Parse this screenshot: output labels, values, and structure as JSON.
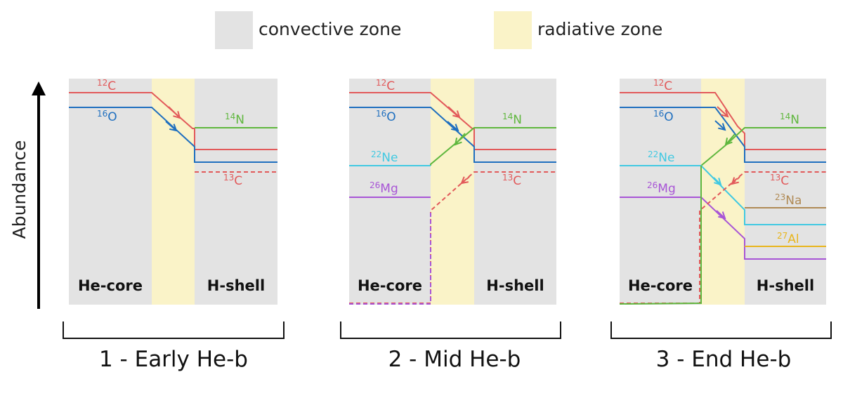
{
  "legend": {
    "convective": {
      "label": "convective zone",
      "color": "#e3e3e3"
    },
    "radiative": {
      "label": "radiative zone",
      "color": "#faf3c8"
    }
  },
  "axis": {
    "ylabel": "Abundance"
  },
  "labels": {
    "he_core": "He-core",
    "h_shell": "H-shell"
  },
  "panels": [
    {
      "title": "1 - Early He-b",
      "isotopes": [
        "12C",
        "16O",
        "14N",
        "13C"
      ]
    },
    {
      "title": "2 - Mid He-b",
      "isotopes": [
        "12C",
        "16O",
        "14N",
        "22Ne",
        "26Mg",
        "13C"
      ]
    },
    {
      "title": "3 - End He-b",
      "isotopes": [
        "12C",
        "16O",
        "14N",
        "22Ne",
        "26Mg",
        "13C",
        "23Na",
        "27Al"
      ]
    }
  ],
  "isotopes": {
    "12C": {
      "mass": "12",
      "element": "C",
      "color": "#e2595a"
    },
    "16O": {
      "mass": "16",
      "element": "O",
      "color": "#1f6fbf"
    },
    "14N": {
      "mass": "14",
      "element": "N",
      "color": "#5fb73e"
    },
    "13C": {
      "mass": "13",
      "element": "C",
      "color": "#e2595a"
    },
    "22Ne": {
      "mass": "22",
      "element": "Ne",
      "color": "#41c9e2"
    },
    "26Mg": {
      "mass": "26",
      "element": "Mg",
      "color": "#a855d6"
    },
    "23Na": {
      "mass": "23",
      "element": "Na",
      "color": "#b08a55"
    },
    "27Al": {
      "mass": "27",
      "element": "Al",
      "color": "#e8b51c"
    }
  }
}
